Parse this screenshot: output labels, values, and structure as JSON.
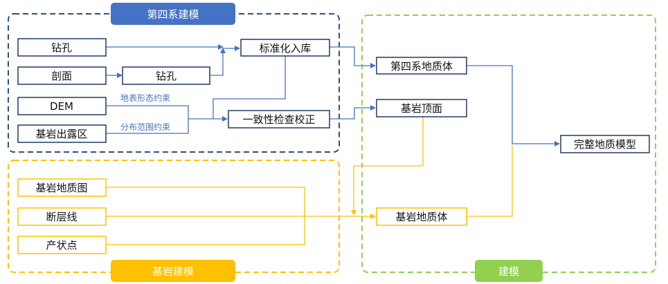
{
  "groups": {
    "quaternary": {
      "title": "第四系建模",
      "color": "#2F4F7F",
      "tab_color": "#4472C4"
    },
    "bedrock": {
      "title": "基岩建模",
      "color": "#FFC000",
      "tab_color": "#FFC000"
    },
    "modeling": {
      "title": "建模",
      "color": "#92D050",
      "tab_color": "#92D050"
    }
  },
  "nodes": {
    "drill1": "钻孔",
    "section": "剖面",
    "drill2": "钻孔",
    "dem": "DEM",
    "outcrop": "基岩出露区",
    "standardize": "标准化入库",
    "check": "一致性检查校正",
    "geomap": "基岩地质图",
    "fault": "断层线",
    "attitude": "产状点",
    "quat_body": "第四系地质体",
    "bedrock_top": "基岩顶面",
    "bedrock_body": "基岩地质体",
    "full_model": "完整地质模型"
  },
  "edge_labels": {
    "surface_constraint": "地表形态约束",
    "distribution_constraint": "分布范围约束"
  },
  "colors": {
    "blue_line": "#4472C4",
    "yellow_line": "#FFC000",
    "box_border": "#1F3864",
    "label_text": "#4472C4"
  }
}
